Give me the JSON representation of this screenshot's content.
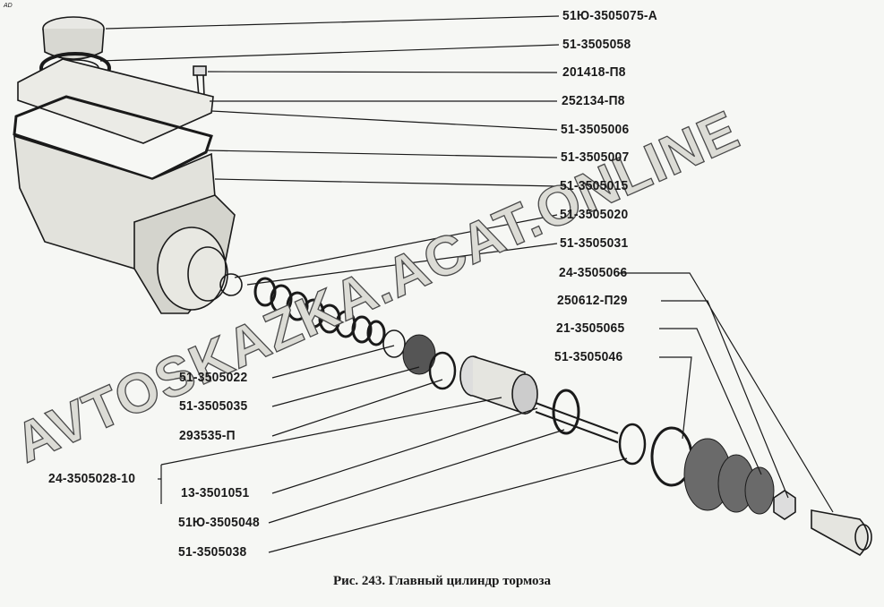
{
  "corner_tag": "AD",
  "watermark": "AVTOSKAZKA.ACAT.ONLINE",
  "caption": "Рис. 243. Главный цилиндр тормоза",
  "labels_right_top": [
    "51Ю-3505075-А",
    "51-3505058",
    "201418-П8",
    "252134-П8",
    "51-3505006",
    "51-3505007",
    "51-3505015",
    "51-3505020",
    "51-3505031"
  ],
  "labels_right_mid": [
    "24-3505066",
    "250612-П29",
    "21-3505065",
    "51-3505046"
  ],
  "labels_left": [
    "51-3505022",
    "51-3505035",
    "293535-П",
    "13-3501051",
    "51Ю-3505048",
    "51-3505038"
  ],
  "assembly_label": "24-3505028-10"
}
